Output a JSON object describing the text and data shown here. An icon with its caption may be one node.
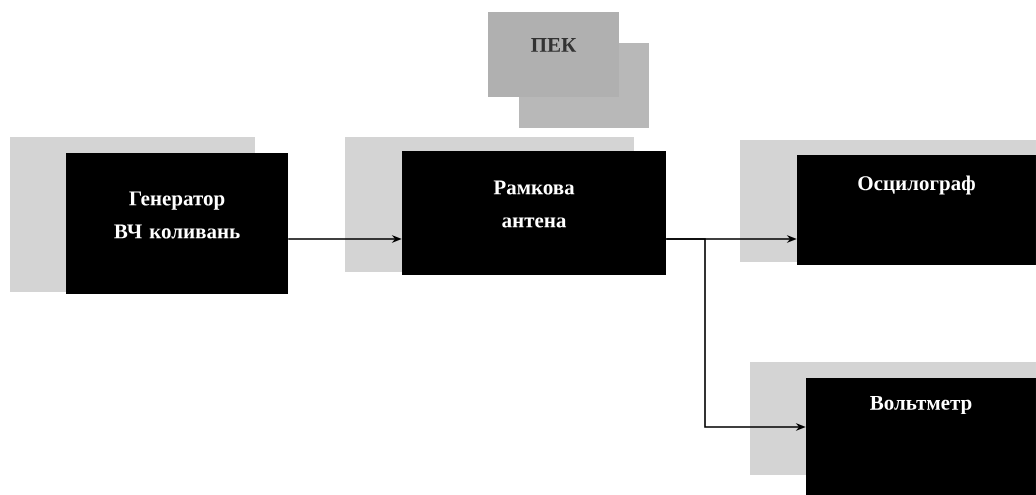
{
  "diagram": {
    "nodes": [
      {
        "text": [
          "ПЕК"
        ]
      },
      {
        "text": [
          "Генератор ВЧ коливань"
        ]
      },
      {
        "text": [
          "Рамкова антена"
        ]
      },
      {
        "text": [
          "Осцилограф"
        ]
      },
      {
        "text": [
          "Вольтметр"
        ]
      }
    ],
    "edges": [
      {
        "from": 1,
        "to": 2,
        "arrow": "to"
      },
      {
        "from": 2,
        "to": 3,
        "arrow": "to"
      },
      {
        "from": 2,
        "to": 4,
        "arrow": "to"
      }
    ]
  }
}
